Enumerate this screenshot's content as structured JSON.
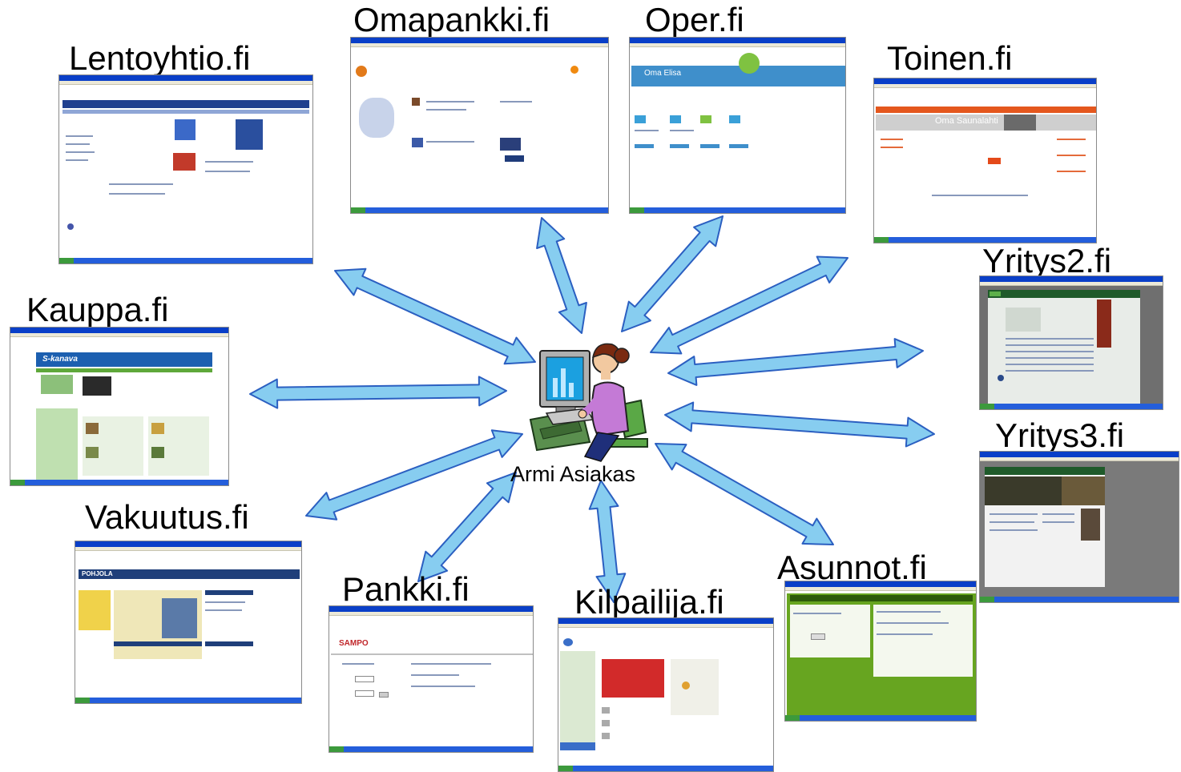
{
  "center": {
    "label": "Armi Asiakas",
    "icon": "person-at-computer-icon"
  },
  "sites": [
    {
      "key": "lentoyhtio",
      "label": "Lentoyhtio.fi"
    },
    {
      "key": "omapankki",
      "label": "Omapankki.fi"
    },
    {
      "key": "oper",
      "label": "Oper.fi"
    },
    {
      "key": "toinen",
      "label": "Toinen.fi"
    },
    {
      "key": "kauppa",
      "label": "Kauppa.fi"
    },
    {
      "key": "yritys2",
      "label": "Yritys2.fi"
    },
    {
      "key": "yritys3",
      "label": "Yritys3.fi"
    },
    {
      "key": "vakuutus",
      "label": "Vakuutus.fi"
    },
    {
      "key": "pankki",
      "label": "Pankki.fi"
    },
    {
      "key": "kilpailija",
      "label": "Kilpailija.fi"
    },
    {
      "key": "asunnot",
      "label": "Asunnot.fi"
    }
  ],
  "shot_text": {
    "kauppa_banner": "S-kanava",
    "oper_banner": "Oma Elisa",
    "toinen_banner": "Oma Saunalahti",
    "pankki_banner": "SAMPO",
    "vakuutus_banner": "POHJOLA"
  },
  "colors": {
    "arrow_fill": "#87cdf0",
    "arrow_stroke": "#2b5fc1"
  }
}
